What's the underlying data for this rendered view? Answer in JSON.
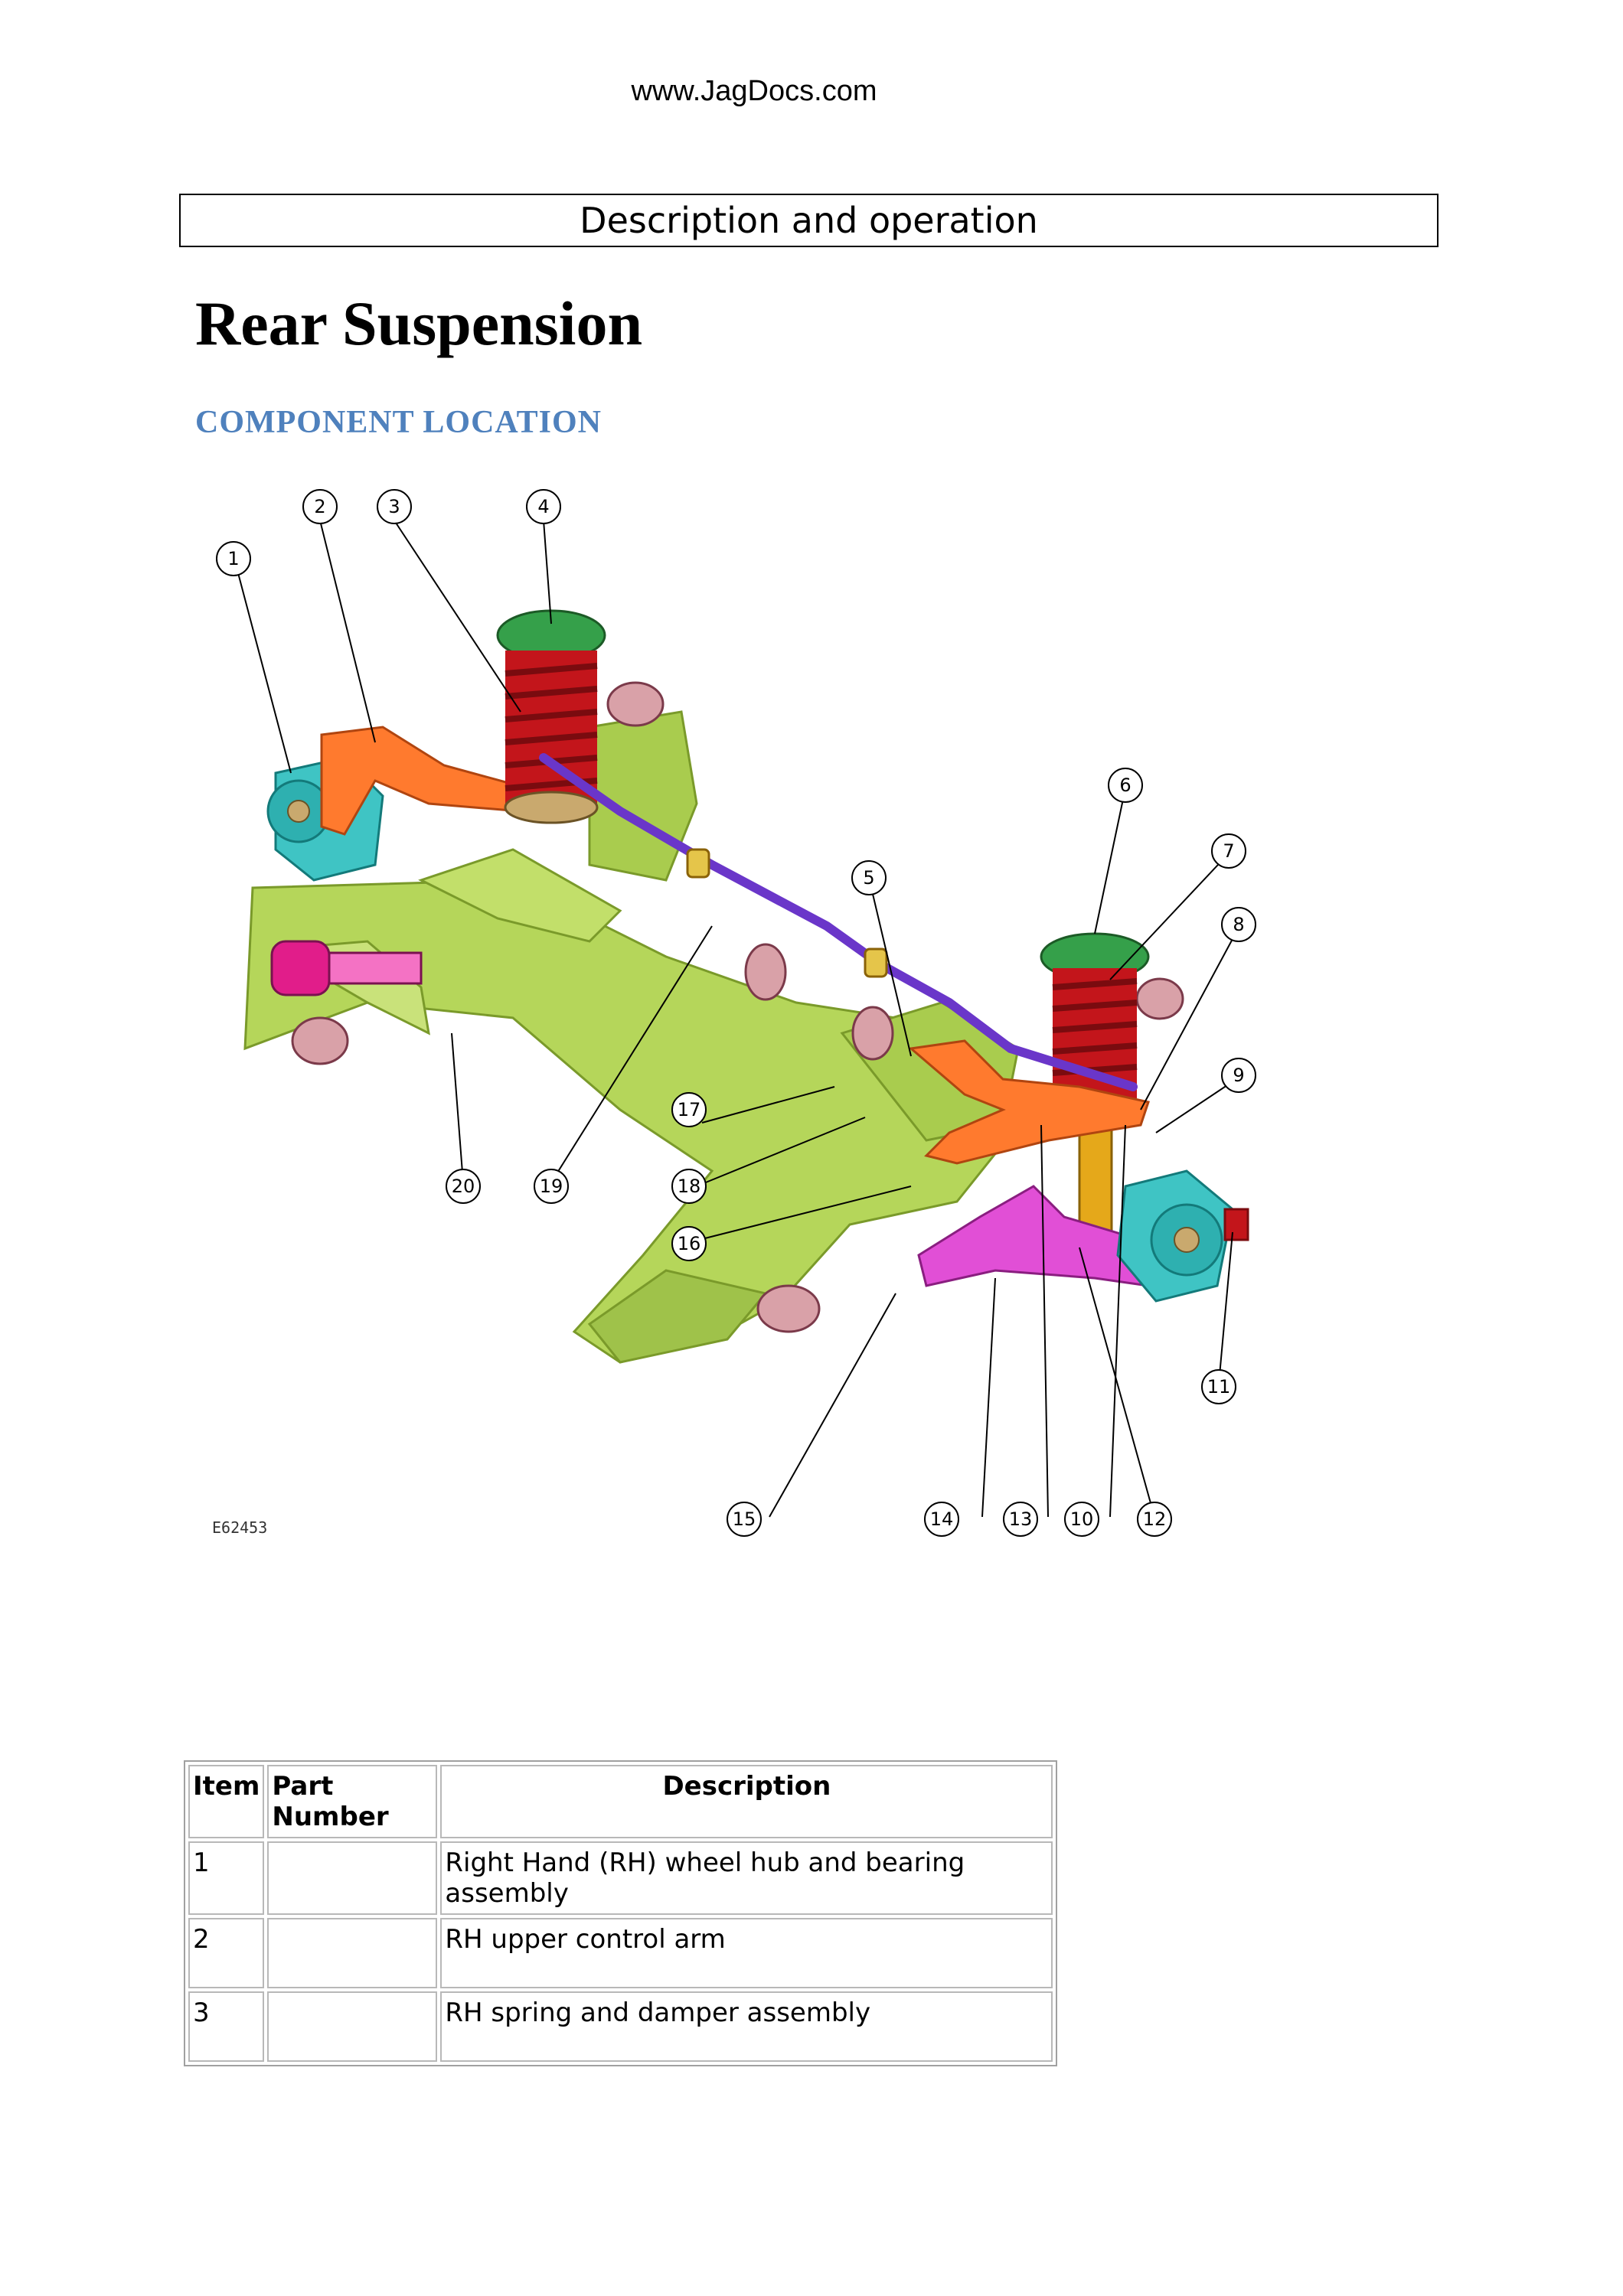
{
  "header": {
    "website": "www.JagDocs.com"
  },
  "section_box": {
    "label": "Description and operation"
  },
  "page": {
    "title": "Rear Suspension",
    "subtitle": "COMPONENT LOCATION"
  },
  "figure": {
    "reference": "E62453",
    "callouts": [
      "1",
      "2",
      "3",
      "4",
      "5",
      "6",
      "7",
      "8",
      "9",
      "10",
      "11",
      "12",
      "13",
      "14",
      "15",
      "16",
      "17",
      "18",
      "19",
      "20"
    ]
  },
  "table": {
    "headers": {
      "item": "Item",
      "part_number": "Part Number",
      "description": "Description"
    },
    "rows": [
      {
        "item": "1",
        "part_number": "",
        "description": "Right Hand (RH) wheel hub and bearing assembly"
      },
      {
        "item": "2",
        "part_number": "",
        "description": "RH upper control arm"
      },
      {
        "item": "3",
        "part_number": "",
        "description": "RH spring and damper assembly"
      }
    ]
  }
}
